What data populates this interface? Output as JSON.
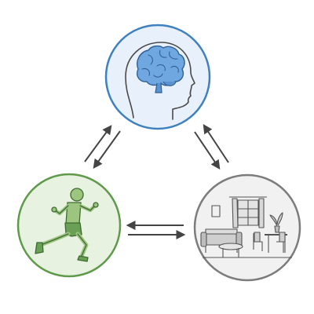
{
  "diagram": {
    "nodes": [
      {
        "id": "mind",
        "icon": "head-with-brain-icon",
        "border_color": "#3f80bf",
        "fill_color": "#e8f1fb",
        "accent_color": "#5b9bd8"
      },
      {
        "id": "body",
        "icon": "running-person-icon",
        "border_color": "#5e9a4a",
        "fill_color": "#e8f2e1",
        "accent_color": "#8ebf70"
      },
      {
        "id": "environment",
        "icon": "living-room-icon",
        "border_color": "#7c7c7c",
        "fill_color": "#f1f1f1",
        "accent_color": "#5f5f5f"
      }
    ],
    "connections": [
      {
        "from": "mind",
        "to": "body",
        "bidirectional": true
      },
      {
        "from": "mind",
        "to": "environment",
        "bidirectional": true
      },
      {
        "from": "body",
        "to": "environment",
        "bidirectional": true
      }
    ],
    "arrow_color": "#444444"
  }
}
